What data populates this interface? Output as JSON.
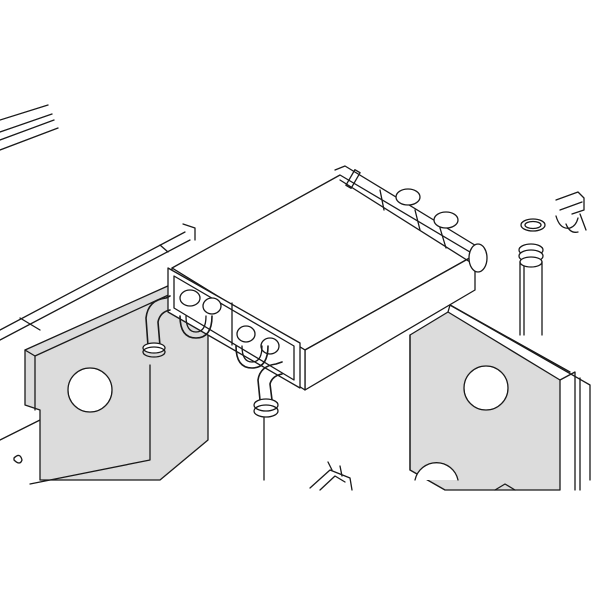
{
  "diagram": {
    "style": "technical exploded line drawing",
    "colors": {
      "background": "#ffffff",
      "line": "#1a1a1a",
      "panel_fill": "#dcdcdc",
      "hole_fill": "#ffffff"
    },
    "parts": [
      {
        "name": "heat-exchanger-block"
      },
      {
        "name": "left-u-bend-connector"
      },
      {
        "name": "right-u-bend-connector"
      },
      {
        "name": "o-ring"
      },
      {
        "name": "retaining-clip"
      },
      {
        "name": "vertical-pipe"
      },
      {
        "name": "left-insulation-panel"
      },
      {
        "name": "right-insulation-panel"
      },
      {
        "name": "back-rail-frame"
      }
    ],
    "labels": []
  }
}
